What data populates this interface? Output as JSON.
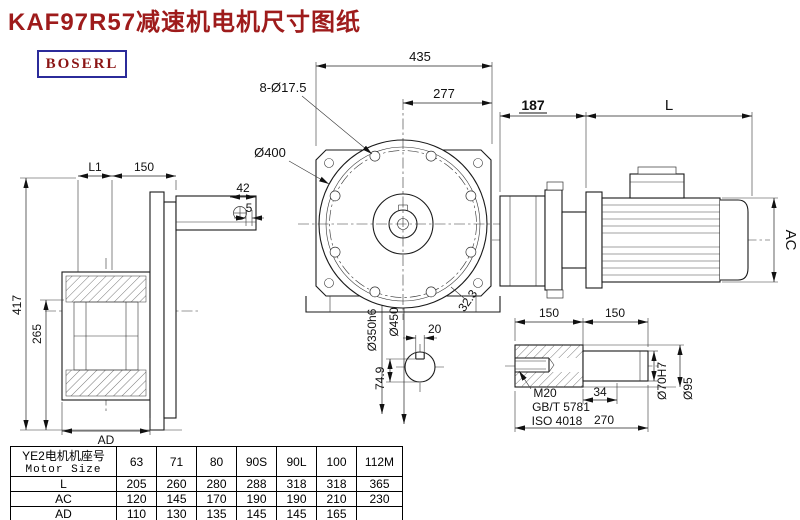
{
  "page": {
    "title": "KAF97R57减速机电机尺寸图纸",
    "logo": "BOSERL"
  },
  "colors": {
    "title": "#9e1b1b",
    "logo_text": "#8b1515",
    "logo_border": "#2b2b9a",
    "line": "#1a1a1a"
  },
  "drawing": {
    "front": {
      "dim_width": "435",
      "dim_offset": "277",
      "bolt_note": "8-Ø17.5",
      "main_dia": "Ø400",
      "key_width": "20",
      "angle_note": "32.3"
    },
    "left": {
      "l1": "L1",
      "d150": "150",
      "d42": "42",
      "d5": "5",
      "d417": "417",
      "d265": "265",
      "ad": "AD",
      "spigot": "Ø350h6",
      "flange": "Ø450"
    },
    "section": {
      "d749": "74.9"
    },
    "motor": {
      "d187": "187",
      "l": "L",
      "ac": "AC"
    },
    "shaft": {
      "d150a": "150",
      "d150b": "150",
      "thread": "M20",
      "std_gb": "GB/T 5781",
      "std_iso": "ISO 4018",
      "d34": "34",
      "d270": "270",
      "d70": "Ø70H7",
      "d95": "Ø95"
    }
  },
  "table": {
    "header_cn": "YE2电机机座号",
    "header_en": "Motor Size",
    "columns": [
      "63",
      "71",
      "80",
      "90S",
      "90L",
      "100",
      "112M"
    ],
    "rows": [
      {
        "label": "L",
        "values": [
          "205",
          "260",
          "280",
          "288",
          "318",
          "318",
          "365"
        ]
      },
      {
        "label": "AC",
        "values": [
          "120",
          "145",
          "170",
          "190",
          "190",
          "210",
          "230"
        ]
      },
      {
        "label": "AD",
        "values": [
          "110",
          "130",
          "135",
          "145",
          "145",
          "165",
          ""
        ]
      }
    ]
  }
}
